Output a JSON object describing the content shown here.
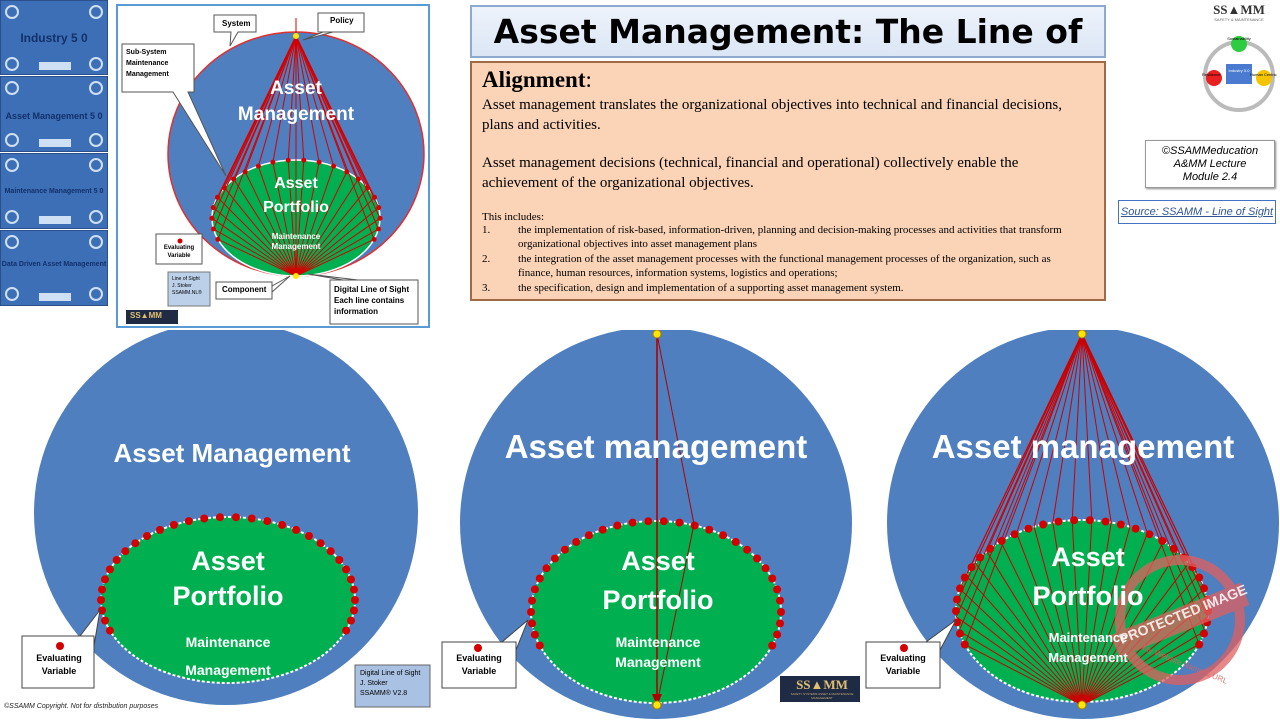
{
  "thumbnails": [
    {
      "label": "Industry 5 0"
    },
    {
      "label": "Asset Management 5 0"
    },
    {
      "label": "Maintenance Management 5 0"
    },
    {
      "label": "Data Driven Asset Management"
    }
  ],
  "title": "Asset Management: The Line of Sight",
  "alignment": {
    "heading": "Alignment",
    "heading_colon": ":",
    "para1": "Asset management translates the organizational objectives into technical and financial decisions, plans and activities.",
    "para2": "Asset management decisions (technical, financial and operational) collectively enable the achievement of the organizational objectives.",
    "includes_label": "This includes:",
    "items": [
      {
        "num": "1.",
        "text": "the implementation of risk-based, information-driven, planning and decision-making processes and activities that transform organizational  objectives into asset management plans"
      },
      {
        "num": "2.",
        "text": "the integration of the asset management processes with the functional management processes of the organization, such as finance, human resources, information systems, logistics  and operations;"
      },
      {
        "num": "3.",
        "text": "the specification, design and implementation of a supporting asset management system."
      }
    ]
  },
  "lecture_note": {
    "line1": "©SSAMMeducation",
    "line2": "A&MM Lecture",
    "line3": "Module 2.4"
  },
  "source_link": "Source: SSAMM - Line of Sight",
  "logo": {
    "name": "SS▲MM",
    "sub": "SAFETY & MAINTENANCE",
    "circle_top": "Sustainability",
    "circle_left": "Resilience",
    "circle_right": "Human Centric",
    "circle_center": "Industry 5.0"
  },
  "thumb_diagram": {
    "system": "System",
    "policy": "Policy",
    "subsystem": "Sub-System\nMaintenance\nManagement",
    "asset_management": "Asset\nManagement",
    "asset_portfolio": "Asset\nPortfolio",
    "maintenance": "Maintenance\nManagement",
    "evaluating": "Evaluating\nVariable",
    "component": "Component",
    "line_of_sight_tag": "Line of Sight\nJ. Stoker\nSSAMM.NL®",
    "digital_label": "Digital Line of Sight\nEach line contains\ninformation",
    "ssamm_tag": "SS▲MM"
  },
  "diagram1": {
    "am": "Asset Management",
    "ap1": "Asset",
    "ap2": "Portfolio",
    "mm1": "Maintenance",
    "mm2": "Management",
    "evaluating1": "Evaluating",
    "evaluating2": "Variable",
    "tag1": "Digital Line of Sight",
    "tag2": "J. Stoker",
    "tag3": "SSAMM® V2.8"
  },
  "diagram2": {
    "am": "Asset management",
    "ap1": "Asset",
    "ap2": "Portfolio",
    "mm1": "Maintenance",
    "mm2": "Management",
    "evaluating1": "Evaluating",
    "evaluating2": "Variable"
  },
  "diagram3": {
    "am": "Asset management",
    "ap1": "Asset",
    "ap2": "Portfolio",
    "mm1": "Maintenance",
    "mm2": "Management",
    "evaluating1": "Evaluating",
    "evaluating2": "Variable",
    "watermark": "PROTECTED IMAGE",
    "watermark_sub": "My Website Name & URL"
  },
  "ssamm_banner": {
    "name": "SS▲MM",
    "sub": "SAFETY SYSTEMS ASSET & MAINTENANCE MANAGEMENT"
  },
  "footer": "©SSAMM Copyright. Not for distribution purposes",
  "colors": {
    "big_circle": "#4f7fbe",
    "portfolio": "#00b050",
    "line": "#d40000",
    "title_bg": "#dbe6f5",
    "text_bg": "#fbd3b6"
  }
}
